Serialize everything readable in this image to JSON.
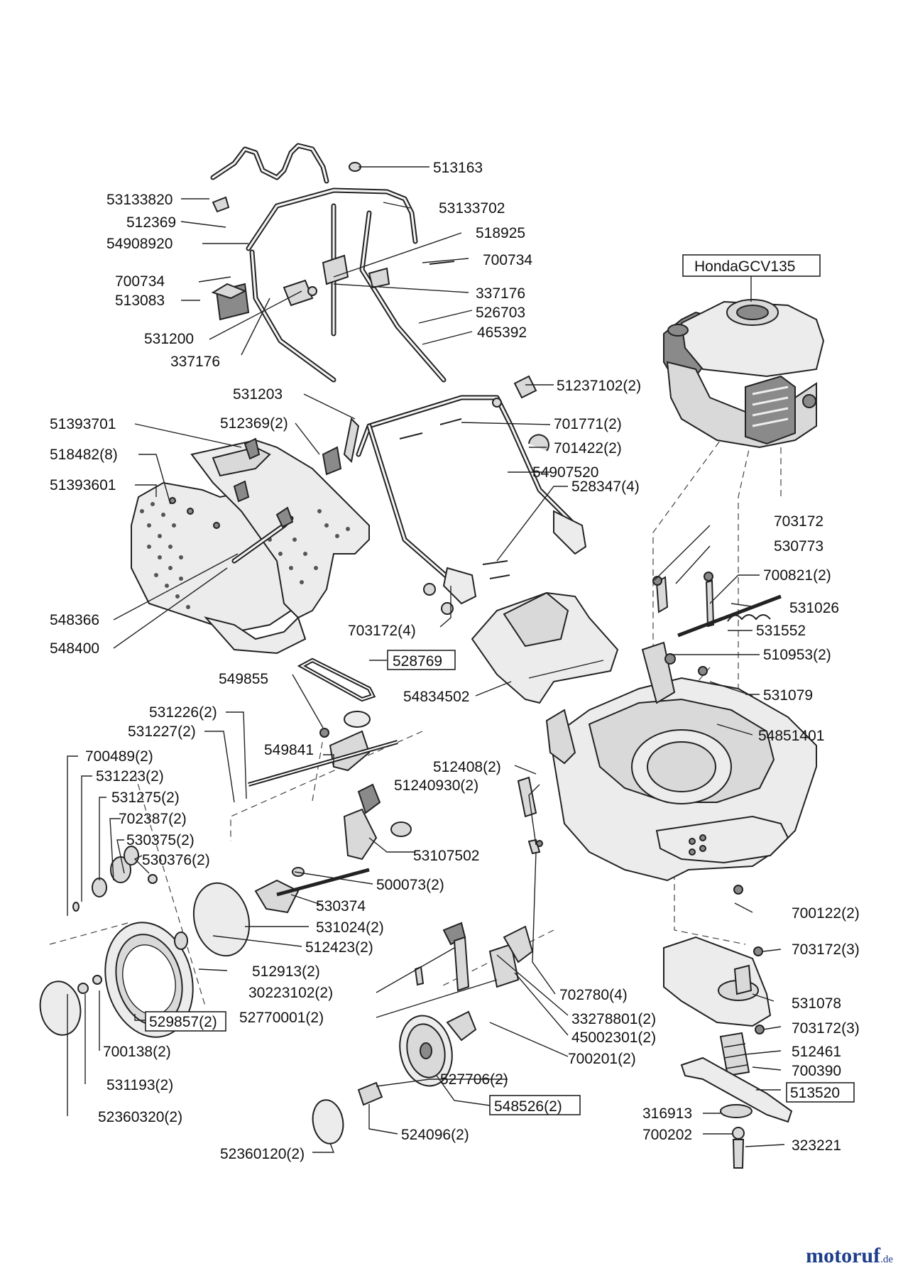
{
  "engine": {
    "label": "HondaGCV135"
  },
  "labels": [
    "513163",
    "53133820",
    "53133702",
    "512369",
    "518925",
    "54908920",
    "700734",
    "700734",
    "513083",
    "337176",
    "526703",
    "531200",
    "465392",
    "337176",
    "531203",
    "51237102(2)",
    "51393701",
    "512369(2)",
    "701771(2)",
    "701422(2)",
    "518482(8)",
    "54907520",
    "51393601",
    "528347(4)",
    "703172",
    "530773",
    "700821(2)",
    "531026",
    "548366",
    "703172(4)",
    "531552",
    "548400",
    "510953(2)",
    "528769",
    "549855",
    "54834502",
    "531079",
    "531226(2)",
    "531227(2)",
    "54851401",
    "549841",
    "700489(2)",
    "531223(2)",
    "512408(2)",
    "51240930(2)",
    "531275(2)",
    "702387(2)",
    "530375(2)",
    "530376(2)",
    "53107502",
    "500073(2)",
    "530374",
    "700122(2)",
    "531024(2)",
    "512423(2)",
    "703172(3)",
    "512913(2)",
    "30223102(2)",
    "702780(4)",
    "531078",
    "529857(2)",
    "52770001(2)",
    "33278801(2)",
    "45002301(2)",
    "703172(3)",
    "512461",
    "700138(2)",
    "700201(2)",
    "700390",
    "527706(2)",
    "513520",
    "531193(2)",
    "548526(2)",
    "316913",
    "52360320(2)",
    "524096(2)",
    "700202",
    "323221",
    "52360120(2)"
  ],
  "watermark": {
    "name": "motoruf",
    "tld": ".de"
  }
}
